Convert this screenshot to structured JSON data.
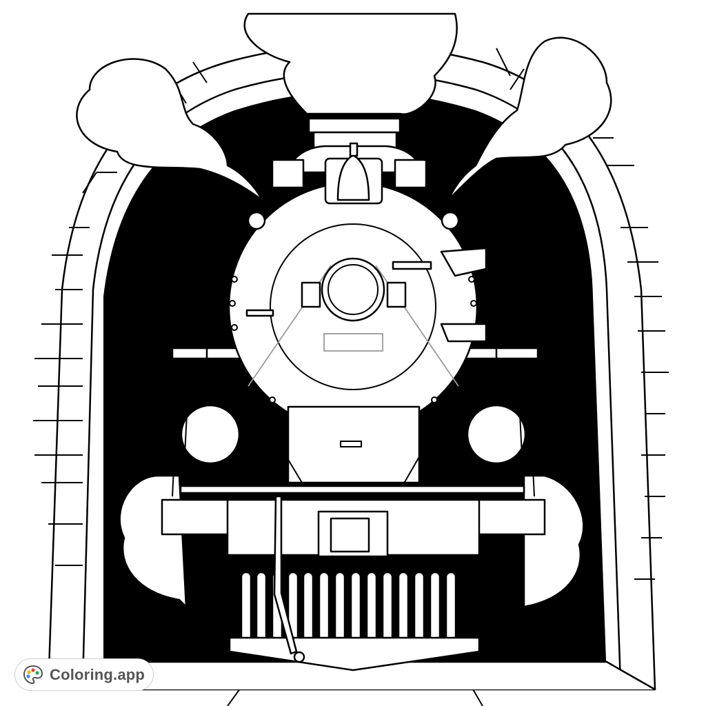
{
  "illustration": {
    "subject": "steam locomotive emerging from tunnel",
    "style": "black and white coloring page line art",
    "colors": {
      "ink": "#000000",
      "paper": "#ffffff",
      "tunnel": "#000000"
    },
    "elements": [
      "brick tunnel arch",
      "smoke clouds",
      "smokestack",
      "bell",
      "headlight",
      "boiler front with rivets",
      "cylinders",
      "pilot / cowcatcher",
      "rails"
    ]
  },
  "watermark": {
    "label": "Coloring.app",
    "icon": "palette-icon",
    "icon_colors": [
      "#f4b400",
      "#ea4335",
      "#34a853",
      "#4285f4"
    ]
  }
}
